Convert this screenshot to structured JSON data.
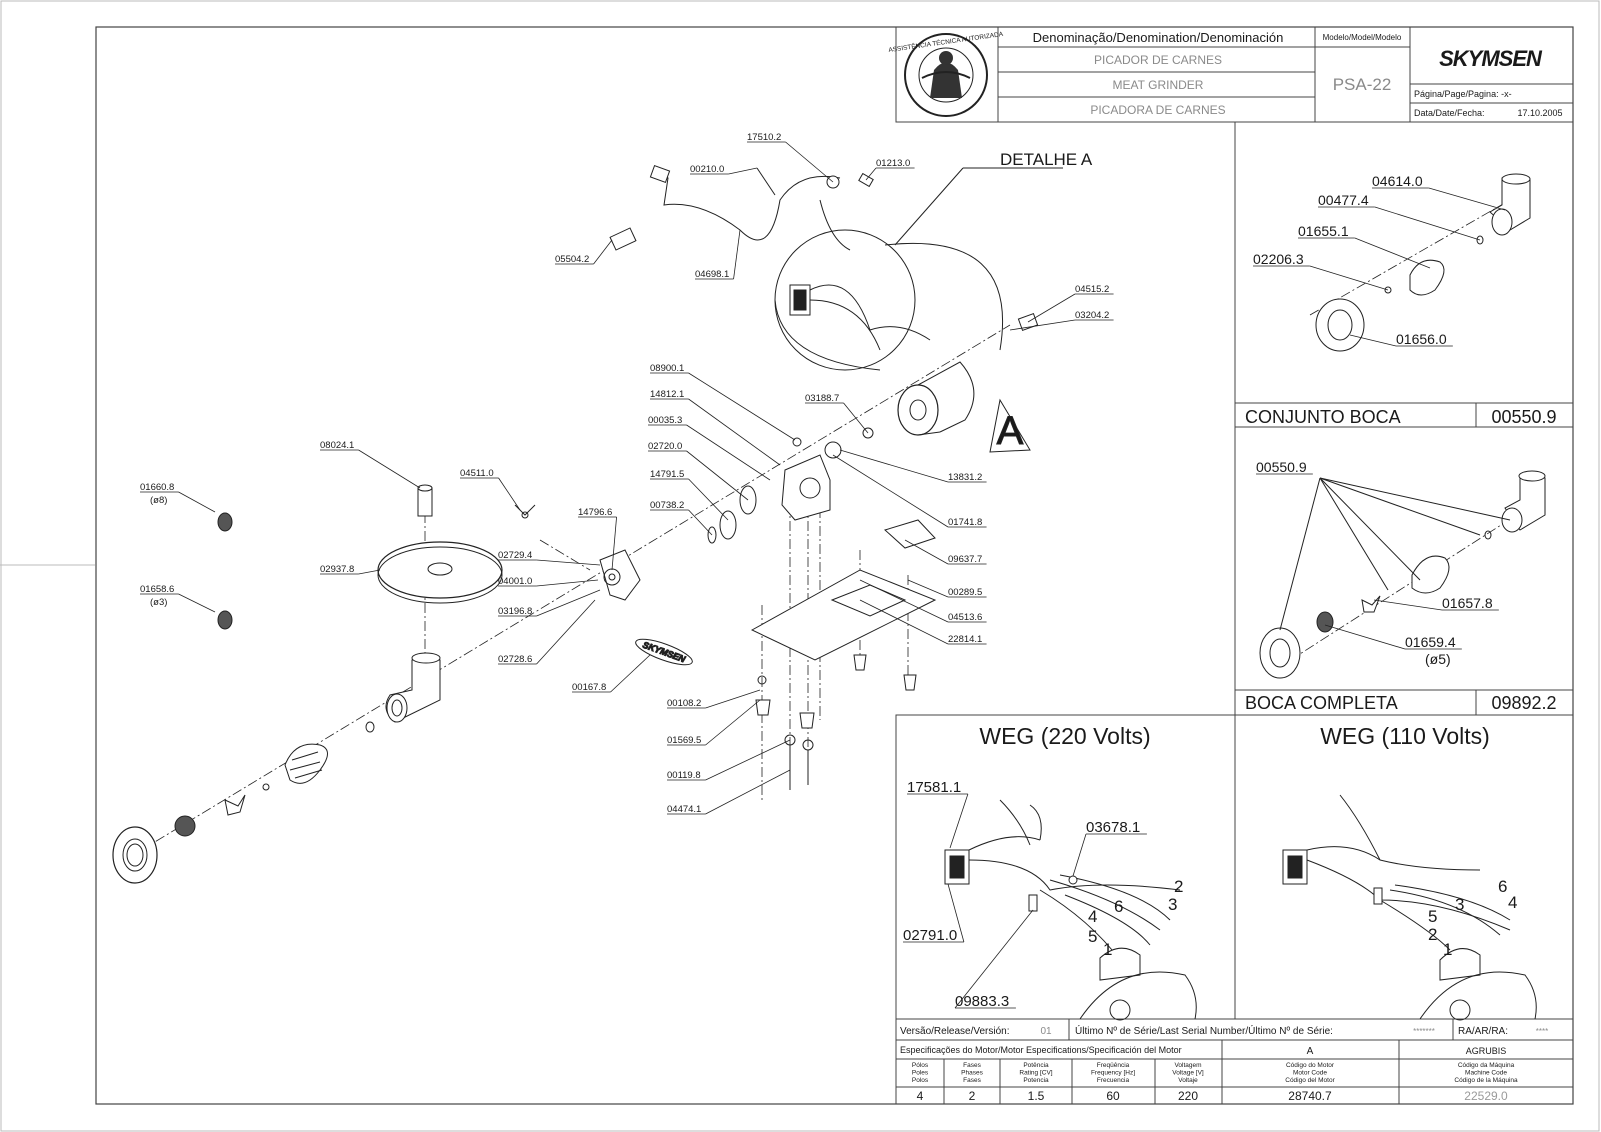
{
  "title_block": {
    "denomination_header": "Denominação/Denomination/Denominación",
    "names": [
      "PICADOR DE CARNES",
      "MEAT GRINDER",
      "PICADORA DE CARNES"
    ],
    "model_header": "Modelo/Model/Modelo",
    "model": "PSA-22",
    "brand": "SKYMSEN",
    "page_label": "Página/Page/Pagina: -x-",
    "date_label": "Data/Date/Fecha:",
    "date": "17.10.2005",
    "seal_text": "ASSISTÊNCIA TÉCNICA AUTORIZADA"
  },
  "detail_label": "DETALHE A",
  "detail_marker": "A",
  "main_parts": [
    "17510.2",
    "01213.0",
    "00210.0",
    "05504.2",
    "04698.1",
    "04515.2",
    "03204.2",
    "08900.1",
    "14812.1",
    "00035.3",
    "02720.0",
    "14791.5",
    "00738.2",
    "03188.7",
    "13831.2",
    "01741.8",
    "09637.7",
    "00289.5",
    "04513.6",
    "22814.1",
    "08024.1",
    "04511.0",
    "14796.6",
    "02729.4",
    "04001.0",
    "03196.8",
    "02728.6",
    "00167.8",
    "00108.2",
    "01569.5",
    "00119.8",
    "04474.1",
    "01660.8",
    "(ø8)",
    "01658.6",
    "(ø3)",
    "02937.8"
  ],
  "conjunto_boca": {
    "title": "CONJUNTO BOCA",
    "code": "00550.9",
    "parts": [
      "04614.0",
      "00477.4",
      "01655.1",
      "02206.3",
      "01656.0"
    ]
  },
  "boca_completa": {
    "title": "BOCA COMPLETA",
    "code": "09892.2",
    "parts": [
      "00550.9",
      "01657.8",
      "01659.4",
      "(ø5)"
    ]
  },
  "weg220": {
    "title": "WEG (220 Volts)",
    "parts": [
      "17581.1",
      "03678.1",
      "02791.0",
      "09883.3"
    ],
    "wires": [
      "2",
      "6",
      "3",
      "4",
      "5",
      "1"
    ]
  },
  "weg110": {
    "title": "WEG (110 Volts)",
    "wires": [
      "6",
      "3",
      "4",
      "5",
      "2",
      "1"
    ]
  },
  "release_row": {
    "version_label": "Versão/Release/Versión:",
    "version": "01",
    "serial_label": "Último Nº de Série/Last Serial Number/Último Nº de Série:",
    "serial": "*******",
    "ra_label": "RA/AR/RA:",
    "ra": "****"
  },
  "motor_spec": {
    "header": "Especificações do Motor/Motor Especifications/Specificación del Motor",
    "col_a": "A",
    "col_agrubis": "AGRUBIS",
    "columns": [
      {
        "label": "Pólos\nPoles\nPolos",
        "value": "4"
      },
      {
        "label": "Fases\nPhases\nFases",
        "value": "2"
      },
      {
        "label": "Potência\nRating [CV]\nPotencia",
        "value": "1.5"
      },
      {
        "label": "Freqüência\nFrequency [Hz]\nFrecuencia",
        "value": "60"
      },
      {
        "label": "Voltagem\nVoltage [V]\nVoltaje",
        "value": "220"
      },
      {
        "label": "Código do Motor\nMotor Code\nCódigo del Motor",
        "value": "28740.7"
      },
      {
        "label": "Código da Máquina\nMachine Code\nCódigo de la Máquina",
        "value": "22529.0"
      }
    ]
  }
}
